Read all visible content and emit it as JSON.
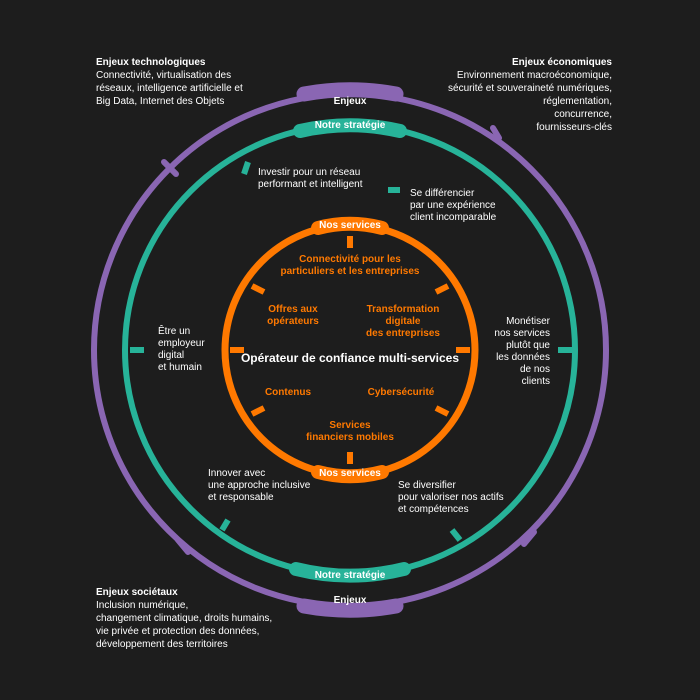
{
  "colors": {
    "background": "#1d1d1d",
    "outer_ring": "#8a66b3",
    "middle_ring": "#27b399",
    "inner_ring": "#ff7900",
    "text": "#ffffff"
  },
  "rings": {
    "outer_label": "Enjeux",
    "middle_label": "Notre stratégie",
    "inner_label": "Nos services"
  },
  "corners": {
    "top_left": {
      "title": "Enjeux technologiques",
      "body": "Connectivité, virtualisation des\nréseaux, intelligence artificielle et\nBig Data, Internet des Objets"
    },
    "top_right": {
      "title": "Enjeux économiques",
      "body": "Environnement macroéconomique,\nsécurité et souveraineté numériques,\nréglementation,\nconcurrence,\nfournisseurs-clés"
    },
    "bottom_left": {
      "title": "Enjeux sociétaux",
      "body": "Inclusion numérique,\nchangement climatique, droits humains,\nvie privée et protection des données,\ndéveloppement des territoires"
    }
  },
  "strategy": {
    "top": "Investir pour un réseau\nperformant et intelligent",
    "top_right": "Se différencier\npar une expérience\nclient incomparable",
    "right": "Monétiser\nnos services\nplutôt que\nles données\nde nos clients",
    "bottom_right": "Se diversifier\npour valoriser nos actifs\net compétences",
    "bottom_left": "Innover avec\nune approche inclusive\net responsable",
    "left": "Être un\nemployeur\ndigital\net humain"
  },
  "services": {
    "top": "Connectivité pour les\nparticuliers et les entreprises",
    "upper_left": "Offres aux\nopérateurs",
    "upper_right": "Transformation\ndigitale\ndes entreprises",
    "lower_left": "Contenus",
    "lower_right": "Cybersécurité",
    "bottom": "Services\nfinanciers mobiles"
  },
  "center": "Opérateur de confiance multi-services"
}
